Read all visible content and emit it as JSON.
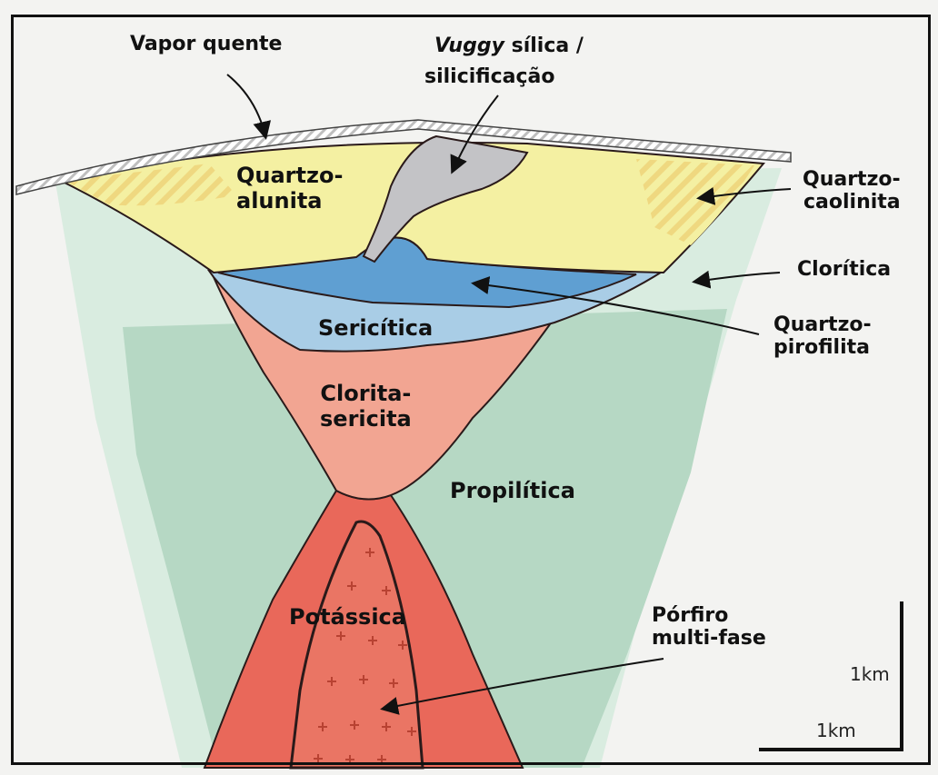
{
  "labels": {
    "vapor_quente": "Vapor quente",
    "vuggy_italic": "Vuggy",
    "vuggy_rest": " sílica /",
    "silicificacao": "silicificação",
    "quartzo_alunita_1": "Quartzo-",
    "quartzo_alunita_2": "alunita",
    "quartzo_caolinita_1": "Quartzo-",
    "quartzo_caolinita_2": "caolinita",
    "cloritica": "Clorítica",
    "quartzo_pirofilita_1": "Quartzo-",
    "quartzo_pirofilita_2": "pirofilita",
    "sericitica": "Sericítica",
    "clorita_sericita_1": "Clorita-",
    "clorita_sericita_2": "sericita",
    "propilitica": "Propilítica",
    "potassica": "Potássica",
    "porfiro_1": "Pórfiro",
    "porfiro_2": "multi-fase"
  },
  "scale": {
    "vertical": "1km",
    "horizontal": "1km"
  },
  "colors": {
    "background": "#f3f3f1",
    "propilitica": "#b6d8c4",
    "cloritica": "#d6ebde",
    "quartzo_alunita": "#f4f0a2",
    "quartzo_caolinita_hatch": "#f1dc7a",
    "vuggy_silica": "#c3c3c6",
    "quartzo_pirofilita": "#5f9fd2",
    "sericitica": "#a9cde6",
    "clorita_sericita": "#f2a592",
    "potassica": "#e9685a",
    "porfiro_cross": "#c9503e"
  }
}
